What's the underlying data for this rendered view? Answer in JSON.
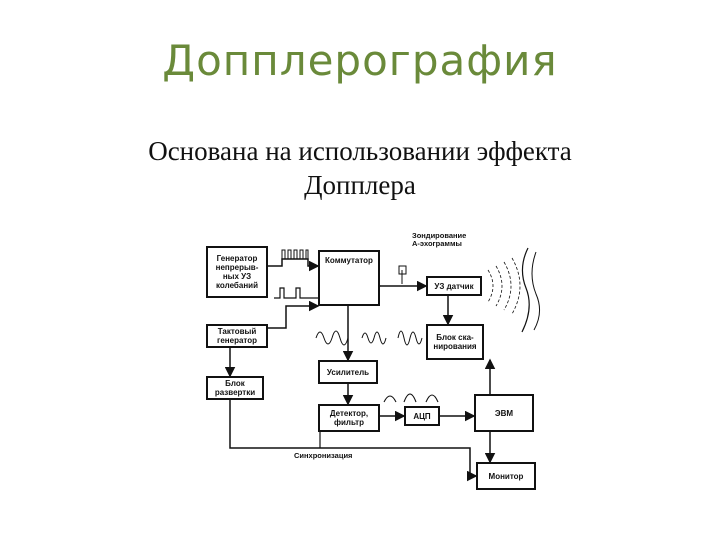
{
  "slide": {
    "title": "Допплерография",
    "subtitle": "Основана на использовании эффекта\nДопплера"
  },
  "diagram": {
    "blocks": {
      "generator": "Генератор\nнепрерыв-\nных УЗ\nколебаний",
      "commutator": "Коммутатор",
      "sensor": "УЗ датчик",
      "clock": "Тактовый\nгенератор",
      "scanner": "Блок ска-\nнирования",
      "amplifier": "Усилитель",
      "sweep": "Блок\nразвертки",
      "detector": "Детектор,\nфильтр",
      "adc": "АЦП",
      "computer": "ЭВМ",
      "monitor": "Монитор"
    },
    "labels": {
      "probing": "Зондирование\nА-эхограммы",
      "sync": "Синхронизация"
    }
  },
  "colors": {
    "title": "#6a8a3a",
    "text": "#111111",
    "line": "#111111"
  }
}
